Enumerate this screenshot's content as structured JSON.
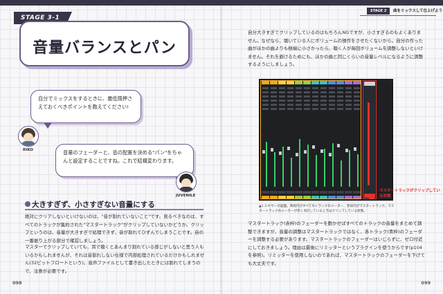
{
  "left_page": {
    "stage_label": "STAGE 3-1",
    "title": "音量バランスとパン",
    "bubble_riko": "自分でミックスをするときに、最低限押さえておくべきポイントを教えてください!",
    "bubble_juvenile": "音量のフェーダーと、音の配置を決める\"パン\"をちゃんと設定することですね。これで結構変わります。",
    "riko_name": "RIKO",
    "juvenile_name": "JUVENILE",
    "section_heading": "大きすぎず、小さすぎない音量にする",
    "para1": "絶対にクリアしないといけないのは、\"音が割れていないこと\"です。見るべきなのは、すべてのトラックが集約された\"マスタートラック\"がクリップしていないかどうか。クリップというのは、音量が大きすぎで処理できず、音が割れてひずんでしまうことです。自の一番振り上がる部分で確認しましょう。",
    "para2": "マスターでクリップしていても、耳で聴くとあんまり割れている感じがしないと思う人もいるかもしれませんが、それは音割れしない仕様で内部処理されているだけかもしれません(32ビットフロートという)。音声ファイルとして書き出したときには割れてしまうので、注意が必要です。",
    "page_number": "098"
  },
  "right_page": {
    "header_tab": "STAGE 3",
    "header_text": "曲をミックスして仕上げよう",
    "para1": "自分大きすぎてクリップしているのはもちろんNGですが、小さすぎるのもよくありません。なぜなら、聴いている人にボリュームの操作をさせたくないから。自分の作った曲がほかの曲よりも極端に小さかったら、聴く人が毎回ボリュームを調整しないといけません。それを避けるためにも、ほかの曲と同じくらいの音量レベルになるように調整するようにしましょう。",
    "callout": "マスタートラックがクリップしている状態",
    "caption": "▲1:ミキサーの画面。青枠内がすべてのトラックのメーター、赤枠内がマスタートラック。マスタートラックのメーターが赤く点灯しているときはクリップしている状態。",
    "para2": "マスタートラック(赤枠)のフェーダーを動かせばすべてのトラックの音量をまとめて調整できますが、音量の調整はマスタートラックではなく、各トラック(青枠)のフェーダーを調整する必要があります。マスタートラックのフェーダーはいじらずに、ゼロ付近にしておきましょう。理由は最後にリミッターというプラグインを使うからです(p104を参照)。リミッターを使用しないのであれば、マスタートラックのフェーダーを下げても大丈夫です。",
    "page_number": "099"
  },
  "mixer_channels": [
    {
      "color": "#f2a91c",
      "level": 0.62,
      "fader": 0.55
    },
    {
      "color": "#f2a91c",
      "level": 0.48,
      "fader": 0.58
    },
    {
      "color": "#ffd23a",
      "level": 0.55,
      "fader": 0.52
    },
    {
      "color": "#ffd23a",
      "level": 0.4,
      "fader": 0.6
    },
    {
      "color": "#8fd14f",
      "level": 0.66,
      "fader": 0.5
    },
    {
      "color": "#8fd14f",
      "level": 0.58,
      "fader": 0.54
    },
    {
      "color": "#34c6c6",
      "level": 0.44,
      "fader": 0.62
    },
    {
      "color": "#34c6c6",
      "level": 0.52,
      "fader": 0.56
    },
    {
      "color": "#4d8fe8",
      "level": 0.6,
      "fader": 0.5
    },
    {
      "color": "#4d8fe8",
      "level": 0.36,
      "fader": 0.64
    },
    {
      "color": "#a66be0",
      "level": 0.5,
      "fader": 0.57
    },
    {
      "color": "#a66be0",
      "level": 0.45,
      "fader": 0.59
    }
  ]
}
